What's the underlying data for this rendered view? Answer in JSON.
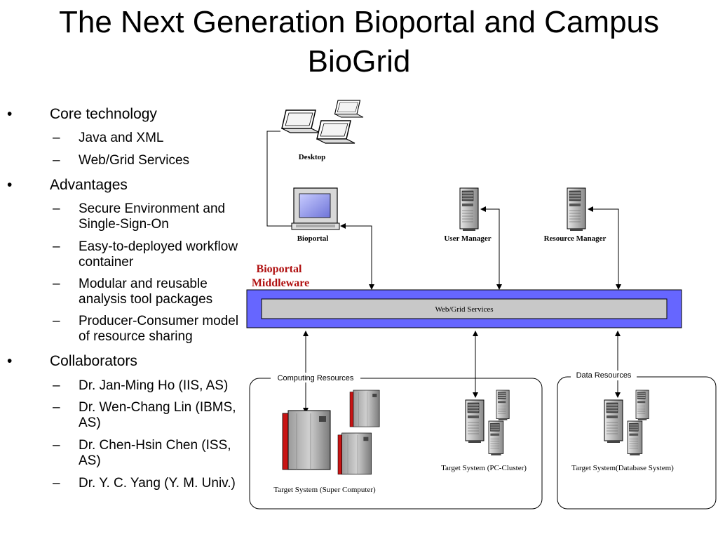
{
  "title_line1": "The Next Generation Bioportal and Campus",
  "title_line2": "BioGrid",
  "bullets": [
    {
      "text": "Core technology",
      "subs": [
        "Java and XML",
        "Web/Grid Services"
      ]
    },
    {
      "text": "Advantages",
      "subs": [
        [
          "Secure Environment and",
          "Single-Sign-On"
        ],
        [
          "Easy-to-deployed workflow",
          "container"
        ],
        [
          "Modular and reusable",
          "analysis tool packages"
        ],
        [
          "Producer-Consumer model",
          "of resource sharing"
        ]
      ]
    },
    {
      "text": "Collaborators",
      "subs": [
        [
          "Dr. Jan-Ming Ho (IIS, AS)"
        ],
        [
          "Dr. Wen-Chang Lin (IBMS,",
          "AS)"
        ],
        [
          "Dr. Chen-Hsin Chen (ISS,",
          "AS)"
        ],
        [
          "Dr. Y. C. Yang (Y. M. Univ.)"
        ]
      ]
    }
  ],
  "bullet_mark": "•",
  "dash_mark": "–",
  "diagram": {
    "desktop_label": "Desktop",
    "bioportal_label": "Bioportal",
    "user_manager_label": "User Manager",
    "resource_manager_label": "Resource Manager",
    "middleware_label_line1": "Bioportal",
    "middleware_label_line2": "Middleware",
    "services_label": "Web/Grid Services",
    "computing_resources_label": "Computing Resources",
    "data_resources_label": "Data Resources",
    "supercomputer_label": "Target System (Super Computer)",
    "pc_cluster_label": "Target System (PC-Cluster)",
    "database_label": "Target System(Database System)",
    "colors": {
      "middleware_bar": "#6666ff",
      "services_bar": "#c8c8c8",
      "middleware_text": "#b01010",
      "server_red": "#c81414"
    }
  }
}
